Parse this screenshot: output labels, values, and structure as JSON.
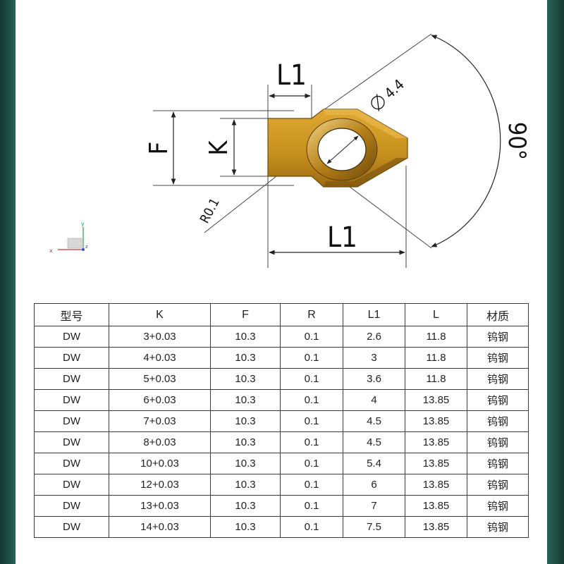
{
  "drawing": {
    "labels": {
      "L1_top": "L1",
      "L1_bottom": "L1",
      "F": "F",
      "K": "K",
      "diameter": "4.4",
      "radius": "R0.1",
      "angle": "90°"
    },
    "axis": {
      "x": "x",
      "y": "y",
      "z": "z"
    },
    "colors": {
      "insert_gold": "#c8921e",
      "insert_dark": "#7a5410",
      "line": "#333333",
      "axis_x": "#d23030",
      "axis_y": "#2aa04a",
      "axis_z": "#3050d0"
    }
  },
  "table": {
    "headers": [
      "型号",
      "K",
      "F",
      "R",
      "L1",
      "L",
      "材质"
    ],
    "rows": [
      [
        "DW",
        "3+0.03",
        "10.3",
        "0.1",
        "2.6",
        "11.8",
        "钨钢"
      ],
      [
        "DW",
        "4+0.03",
        "10.3",
        "0.1",
        "3",
        "11.8",
        "钨钢"
      ],
      [
        "DW",
        "5+0.03",
        "10.3",
        "0.1",
        "3.6",
        "11.8",
        "钨钢"
      ],
      [
        "DW",
        "6+0.03",
        "10.3",
        "0.1",
        "4",
        "13.85",
        "钨钢"
      ],
      [
        "DW",
        "7+0.03",
        "10.3",
        "0.1",
        "4.5",
        "13.85",
        "钨钢"
      ],
      [
        "DW",
        "8+0.03",
        "10.3",
        "0.1",
        "4.5",
        "13.85",
        "钨钢"
      ],
      [
        "DW",
        "10+0.03",
        "10.3",
        "0.1",
        "5.4",
        "13.85",
        "钨钢"
      ],
      [
        "DW",
        "12+0.03",
        "10.3",
        "0.1",
        "6",
        "13.85",
        "钨钢"
      ],
      [
        "DW",
        "13+0.03",
        "10.3",
        "0.1",
        "7",
        "13.85",
        "钨钢"
      ],
      [
        "DW",
        "14+0.03",
        "10.3",
        "0.1",
        "7.5",
        "13.85",
        "钨钢"
      ]
    ]
  }
}
